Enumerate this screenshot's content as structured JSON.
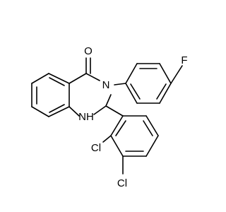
{
  "molecule": {
    "atoms": {
      "oxygen": "O",
      "nitrogen_ring": "N",
      "nitrogen_amine": "NH",
      "fluorine": "F",
      "chlorine_2": "Cl",
      "chlorine_3": "Cl"
    },
    "colors": {
      "bond": "#000000",
      "background": "#ffffff",
      "atom_text": "#000000"
    }
  }
}
